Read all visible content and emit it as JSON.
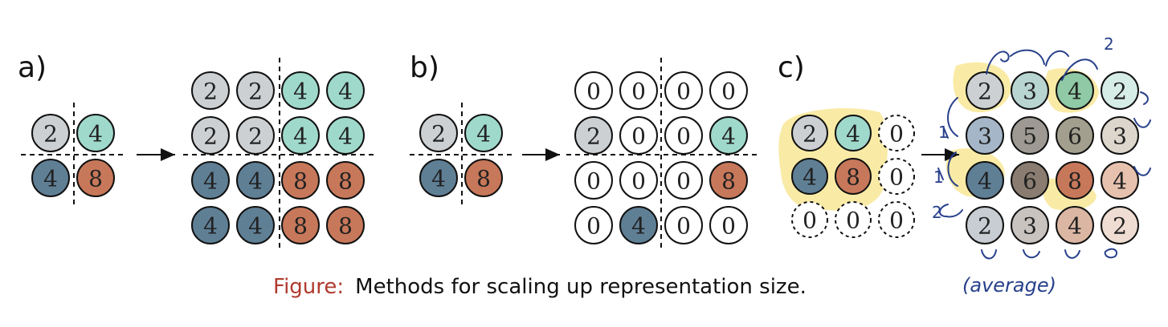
{
  "colors": {
    "2": "#cdd0d3",
    "4": "#5f7f95",
    "4t": "#9fd9cc",
    "8": "#c8785a",
    "0": "#ffffff",
    "3": "#aebfc9",
    "5": "#9e9a93",
    "6": "#8a8577",
    "caption_accent": "#b03a2e",
    "ink": "#27408b",
    "highlight": "#f2d33a"
  },
  "panel_a": {
    "label": "a)",
    "input": [
      [
        "2",
        "4t"
      ],
      [
        "4",
        "8"
      ]
    ],
    "output": [
      [
        "2",
        "2",
        "4t",
        "4t"
      ],
      [
        "2",
        "2",
        "4t",
        "4t"
      ],
      [
        "4",
        "4",
        "8",
        "8"
      ],
      [
        "4",
        "4",
        "8",
        "8"
      ]
    ]
  },
  "panel_b": {
    "label": "b)",
    "input": [
      [
        "2",
        "4t"
      ],
      [
        "4",
        "8"
      ]
    ],
    "output": [
      [
        "0",
        "0",
        "0",
        "0"
      ],
      [
        "2",
        "0",
        "0",
        "4t"
      ],
      [
        "0",
        "0",
        "0",
        "8"
      ],
      [
        "0",
        "4",
        "0",
        "0"
      ]
    ]
  },
  "panel_c": {
    "label": "c)",
    "input": [
      [
        "2",
        "4t",
        "0"
      ],
      [
        "4",
        "8",
        "0"
      ],
      [
        "0",
        "0",
        "0"
      ]
    ],
    "input_dashed": [
      [
        false,
        false,
        true
      ],
      [
        false,
        false,
        true
      ],
      [
        true,
        true,
        true
      ]
    ],
    "output": [
      [
        "2",
        "3",
        "4",
        "2"
      ],
      [
        "3",
        "5",
        "6",
        "3"
      ],
      [
        "4",
        "6",
        "8",
        "4"
      ],
      [
        "2",
        "3",
        "4",
        "2"
      ]
    ],
    "output_colors": [
      [
        "#cdd0d3",
        "#b8d5d2",
        "#8fc9a5",
        "#d6ece7"
      ],
      [
        "#a5b6c8",
        "#9e9a93",
        "#a39f8e",
        "#dcd6cc"
      ],
      [
        "#5f7f95",
        "#8a7c70",
        "#c8785a",
        "#e6c1ae"
      ],
      [
        "#c7cdd2",
        "#c9c3bf",
        "#dbb7a3",
        "#efdcd2"
      ]
    ],
    "annotations": {
      "top_number": "2",
      "side_numbers": [
        "1",
        "1",
        "2"
      ],
      "word": "(average)"
    }
  },
  "caption": {
    "prefix": "Figure:",
    "text": "Methods for scaling up representation size."
  }
}
